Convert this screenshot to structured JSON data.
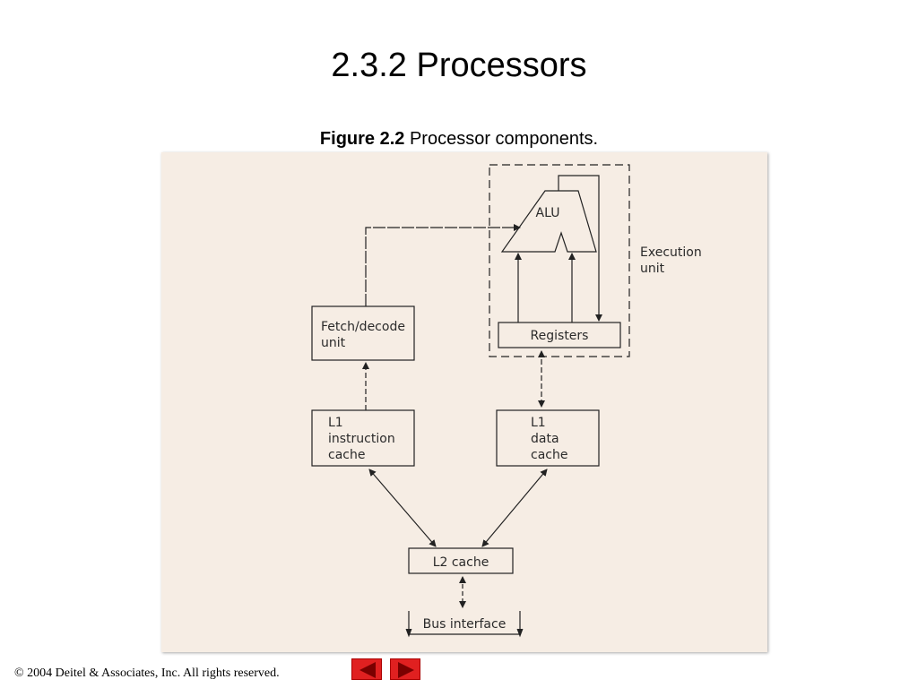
{
  "slide": {
    "title": "2.3.2 Processors",
    "caption_label": "Figure 2.2",
    "caption_text": "Processor components."
  },
  "diagram": {
    "alu": "ALU",
    "execution_unit_line1": "Execution",
    "execution_unit_line2": "unit",
    "registers": "Registers",
    "fetch_decode_line1": "Fetch/decode",
    "fetch_decode_line2": "unit",
    "l1_instruction_line1": "L1",
    "l1_instruction_line2": "instruction",
    "l1_instruction_line3": "cache",
    "l1_data_line1": "L1",
    "l1_data_line2": "data",
    "l1_data_line3": "cache",
    "l2_cache": "L2 cache",
    "bus_interface": "Bus interface"
  },
  "footer": {
    "copyright": "© 2004 Deitel & Associates, Inc.  All rights reserved."
  },
  "nav": {
    "previous_icon": "triangle-left-icon",
    "next_icon": "triangle-right-icon",
    "color": "#e02020"
  }
}
